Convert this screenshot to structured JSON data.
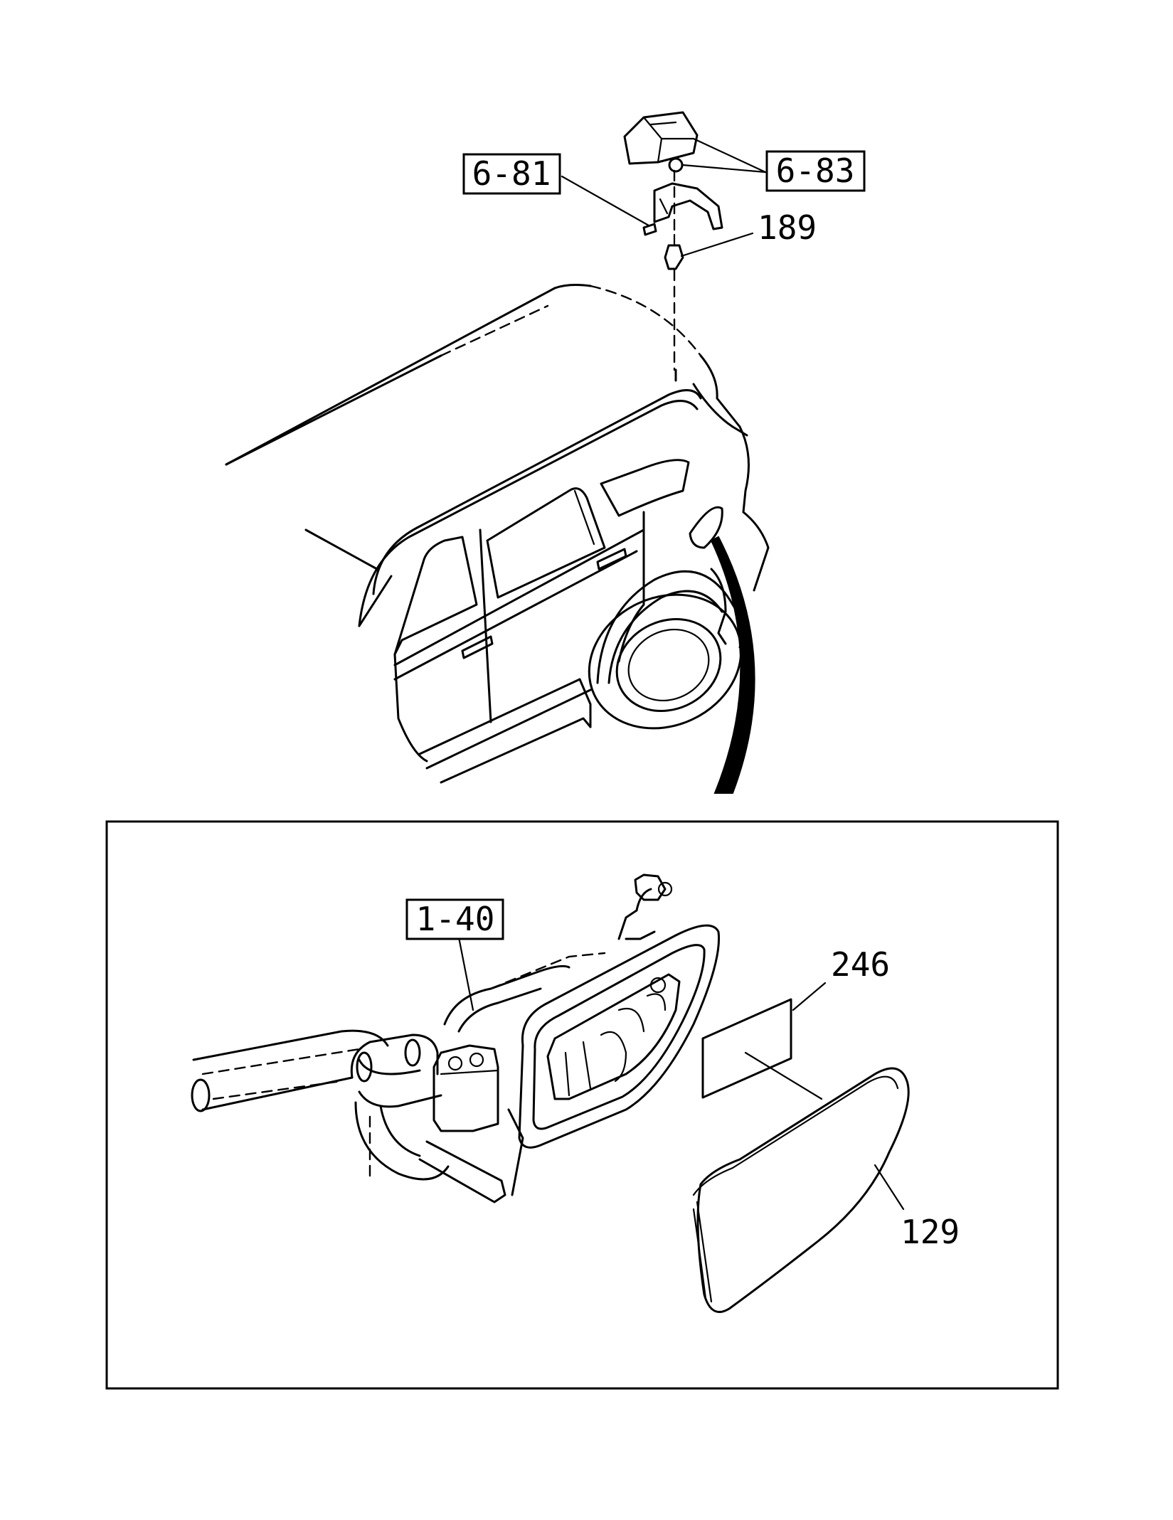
{
  "callouts": {
    "ref_6_81": "6-81",
    "ref_6_83": "6-83",
    "ref_1_40": "1-40",
    "part_189": "189",
    "part_246": "246",
    "part_129": "129"
  }
}
